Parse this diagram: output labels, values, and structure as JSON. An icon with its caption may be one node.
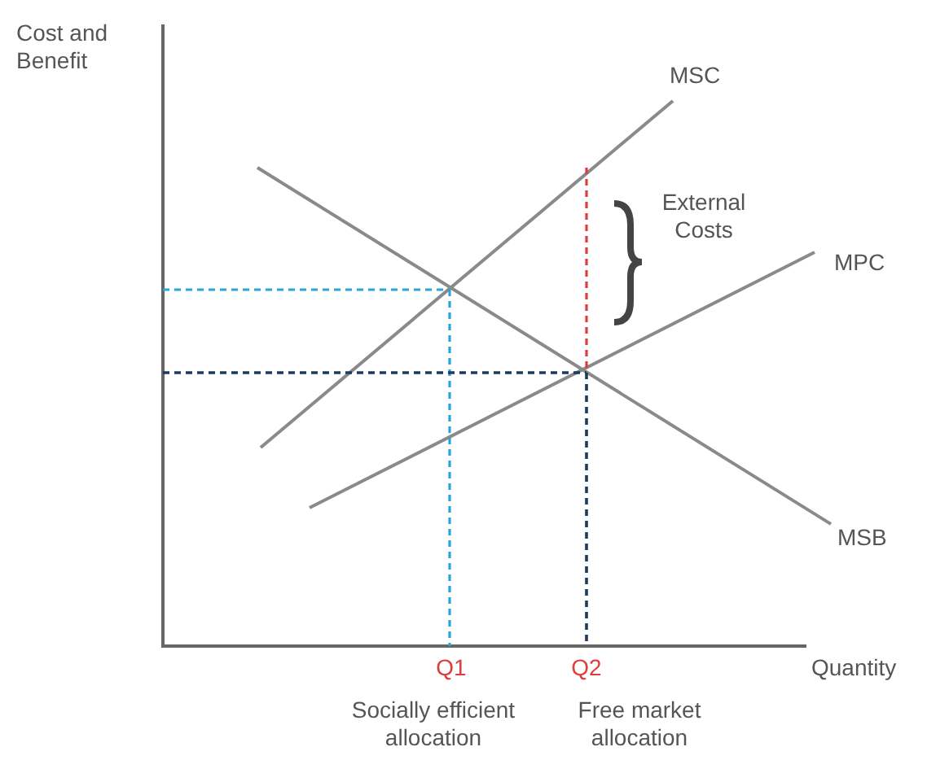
{
  "diagram": {
    "labels": [
      "Cost and Benefit",
      "MSC",
      "External Costs",
      "MPC",
      "MSB",
      "Q1",
      "Q2",
      "Quantity",
      "Socially efficient allocation",
      "Free market allocation"
    ]
  }
}
